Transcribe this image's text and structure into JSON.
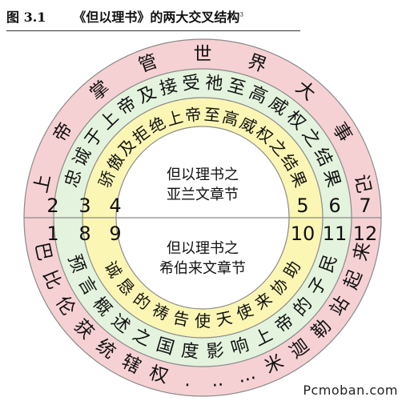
{
  "caption": {
    "figure_no": "图 3.1",
    "title": "《但以理书》的两大交叉结构",
    "note_mark": "3"
  },
  "diagram": {
    "outer_top": [
      "上",
      "帝",
      "掌",
      "管",
      "世",
      "界",
      "大",
      "事",
      "记"
    ],
    "outer_bottom": [
      "巴",
      "比",
      "伦",
      "获",
      "统",
      "辖",
      "权",
      ".",
      "..",
      "...",
      "米",
      "迦",
      "勒",
      "站",
      "起",
      "来"
    ],
    "middle_top": [
      "忠",
      "诚",
      "于",
      "上",
      "帝",
      "及",
      "接",
      "受",
      "祂",
      "至",
      "高",
      "威",
      "权",
      "之",
      "结",
      "果"
    ],
    "middle_bottom": [
      "预",
      "言",
      "概",
      "述",
      "之",
      "国",
      "度",
      "影",
      "响",
      "上",
      "帝",
      "的",
      "子",
      "民"
    ],
    "inner_top": [
      "骄",
      "傲",
      "及",
      "拒",
      "绝",
      "上",
      "帝",
      "至",
      "高",
      "威",
      "权",
      "之",
      "结",
      "果"
    ],
    "inner_bottom": [
      "诚",
      "恳",
      "的",
      "祷",
      "告",
      "使",
      "天",
      "使",
      "来",
      "协",
      "助"
    ],
    "center_top": [
      "但以理书之",
      "亚兰文章节"
    ],
    "center_bottom": [
      "但以理书之",
      "希伯来文章节"
    ],
    "numbers_top": [
      "2",
      "3",
      "4",
      "5",
      "6",
      "7"
    ],
    "numbers_bottom": [
      "1",
      "8",
      "9",
      "10",
      "11",
      "12"
    ],
    "colors": {
      "outer_ring": "#f6d1d3",
      "middle_ring": "#e3f3dd",
      "inner_ring": "#fbf6b4",
      "center": "#ffffff",
      "stroke": "#8a8a8a"
    }
  },
  "watermark": "Pcmoban.com"
}
